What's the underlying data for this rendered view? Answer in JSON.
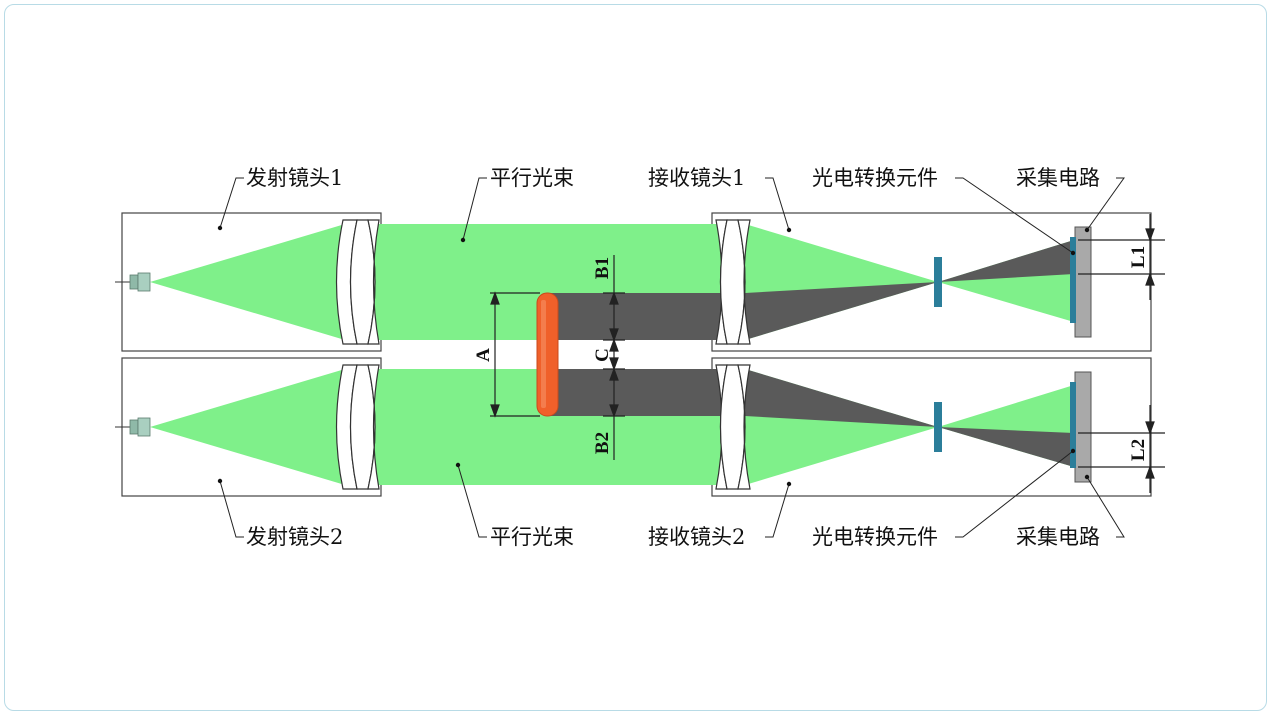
{
  "labels": {
    "emit_lens_1": "发射镜头1",
    "parallel_beam_top": "平行光束",
    "recv_lens_1": "接收镜头1",
    "pe_element_top": "光电转换元件",
    "acq_circuit_top": "采集电路",
    "emit_lens_2": "发射镜头2",
    "parallel_beam_bottom": "平行光束",
    "recv_lens_2": "接收镜头2",
    "pe_element_bottom": "光电转换元件",
    "acq_circuit_bottom": "采集电路"
  },
  "dimensions": {
    "A": "A",
    "B1": "B1",
    "B2": "B2",
    "C": "C",
    "L1": "L1",
    "L2": "L2"
  },
  "colors": {
    "beam_green": "#7ff08a",
    "shadow_gray": "#5a5a5a",
    "object_orange": "#f0602a",
    "aperture_blue": "#2b7e9a",
    "sensor_gray": "#a9a9a9",
    "frame_border": "#b8dbe6"
  }
}
